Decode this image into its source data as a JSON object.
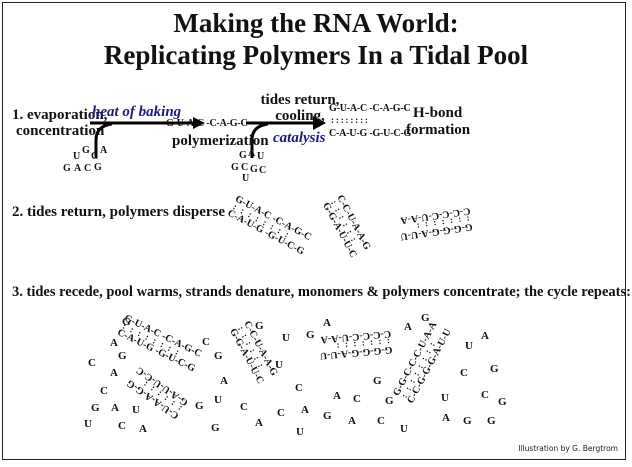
{
  "title": {
    "line1": "Making the RNA World:",
    "line2": "Replicating Polymers In a Tidal Pool"
  },
  "step1": {
    "label_line1": "1. evaporation,",
    "label_line2": "concentration",
    "heat": "heat of baking",
    "monomers_a": [
      "G",
      "U",
      "G",
      "C",
      "A",
      "A",
      "C",
      "G"
    ],
    "polymer": "G-U-A-C -C-A-G-C",
    "polymerization": "polymerization",
    "tides_line1": "tides return,",
    "tides_line2": "cooling,",
    "catalysis": "catalysis",
    "monomers_b": [
      "G",
      "A",
      "U",
      "G",
      "C",
      "G",
      "C",
      "U"
    ],
    "duplex_top": "G-U-A-C -C-A-G-C",
    "duplex_bonds": ":  :  :  :   :  :  :  :",
    "duplex_bottom": "C-A-U-G -G-U-C-G",
    "hbond_line1": "H-bond",
    "hbond_line2": "formation"
  },
  "step2": {
    "label": "2.  tides return, polymers disperse",
    "duplexes": [
      {
        "top": "G-U-A-C -C-A-G-C",
        "bottom": "C-A-U-G -G-U-C-G"
      },
      {
        "top": "C-C-U-A-A-G",
        "bottom": "G-G-A-U-U-C"
      },
      {
        "top": "G-G-G-G-A-U-U",
        "bottom": "C-C-C-C-U-A-A"
      }
    ]
  },
  "step3": {
    "label": "3.  tides recede, pool warms, strands denature, monomers & polymers concentrate; the cycle repeats:",
    "duplexes": [
      {
        "top": "G-U-A-C -C-A-G-C",
        "bottom": "C-A-U-G -G-U-C-G"
      },
      {
        "top": "C-U-A-A-G-G",
        "bottom": "G-A-U-U-C-C"
      },
      {
        "top": "C-C-U-A-A-G",
        "bottom": "G-G-A-U-U-C"
      },
      {
        "top": "G-G-G-G-A-U-U",
        "bottom": "C-C-C-C-U-A-A"
      },
      {
        "top": "G-G-C-C-C-U-A-A",
        "bottom": "C-C-G-G-G-A-U-U"
      }
    ],
    "monomers": [
      "G",
      "A",
      "C",
      "G",
      "A",
      "C",
      "G",
      "A",
      "U",
      "U",
      "C",
      "A",
      "C",
      "G",
      "A",
      "G",
      "U",
      "C",
      "G",
      "A",
      "G",
      "U",
      "G",
      "A",
      "U",
      "C",
      "A",
      "C",
      "C",
      "A",
      "G",
      "A",
      "U",
      "A",
      "G",
      "U",
      "A",
      "C",
      "G",
      "G",
      "G",
      "U",
      "C",
      "G",
      "C",
      "U",
      "A",
      "G",
      "G"
    ]
  },
  "credit": "Illustration by G. Bergtrom"
}
